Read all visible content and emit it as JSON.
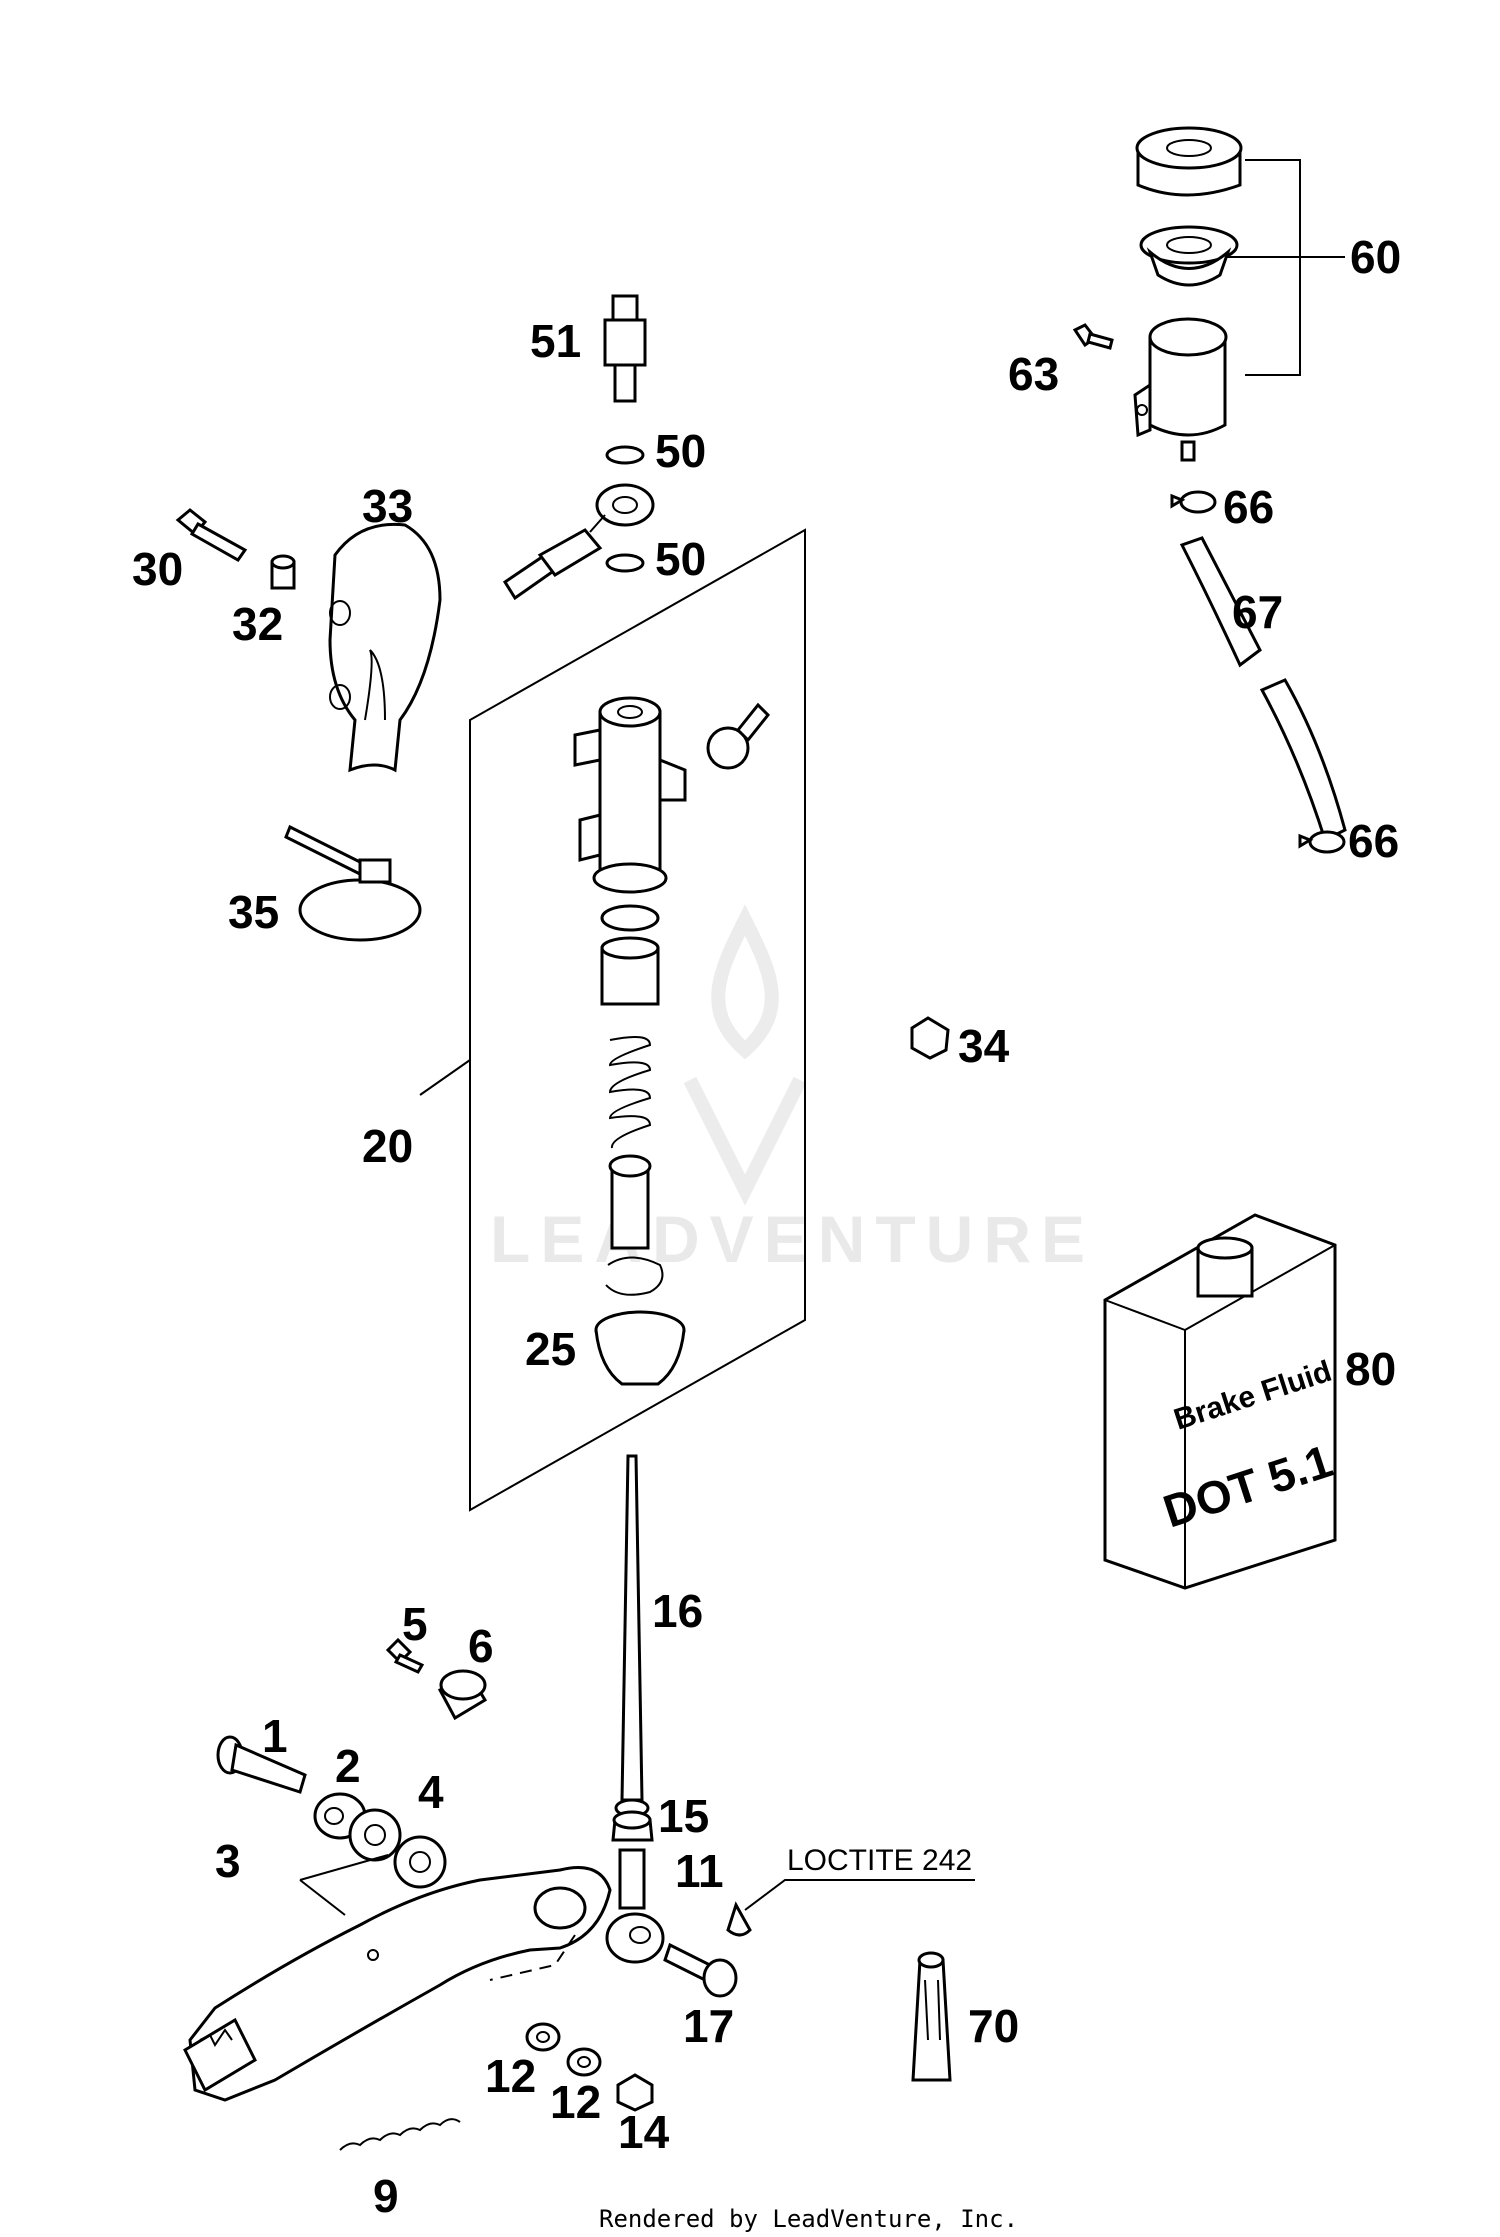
{
  "callouts": {
    "p1": "1",
    "p2": "2",
    "p3": "3",
    "p4": "4",
    "p5": "5",
    "p6": "6",
    "p9": "9",
    "p11": "11",
    "p12a": "12",
    "p12b": "12",
    "p14": "14",
    "p15": "15",
    "p16": "16",
    "p17": "17",
    "p20": "20",
    "p25": "25",
    "p30": "30",
    "p32": "32",
    "p33": "33",
    "p34": "34",
    "p35": "35",
    "p50a": "50",
    "p50b": "50",
    "p51": "51",
    "p60": "60",
    "p63": "63",
    "p66a": "66",
    "p66b": "66",
    "p67": "67",
    "p70": "70",
    "p80": "80"
  },
  "notes": {
    "loctite": "LOCTITE 242"
  },
  "container_label": {
    "line1": "Brake Fluid",
    "line2": "DOT 5.1"
  },
  "watermark": "LEADVENTURE",
  "footer": "Rendered by LeadVenture, Inc.",
  "icons": [
    "flame-logo-icon"
  ],
  "colors": {
    "ink": "#000000",
    "watermark": "#e9e9e9",
    "background": "#ffffff"
  }
}
